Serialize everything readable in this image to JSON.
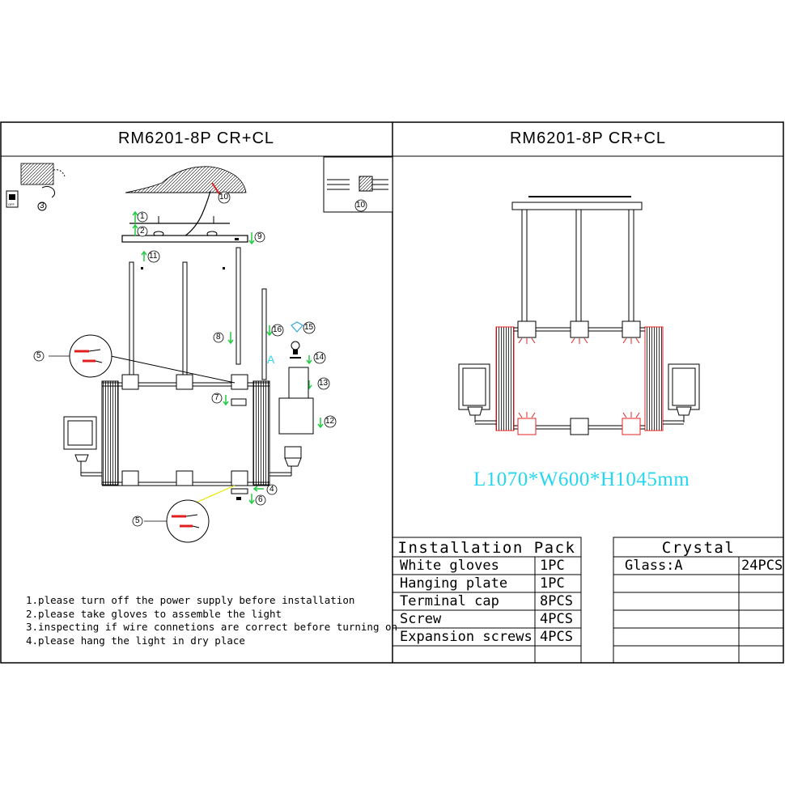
{
  "left_panel": {
    "title": "RM6201-8P CR+CL",
    "callouts": {
      "c1": "1",
      "c2": "2",
      "c3": "3",
      "c4": "4",
      "c5a": "5",
      "c5b": "5",
      "c6": "6",
      "c7": "7",
      "c8": "8",
      "c9": "9",
      "c10": "10",
      "c11": "11",
      "c12": "12",
      "c13": "13",
      "c14": "14",
      "c15": "15",
      "c16": "16"
    },
    "box_a_label": "A",
    "off_label": "OFF",
    "instructions": [
      "1.please turn off the power supply before installation",
      "2.please take gloves to assemble the light",
      "3.inspecting if wire connetions are correct before turning on",
      "4.please hang the light in dry place"
    ]
  },
  "right_panel": {
    "title": "RM6201-8P CR+CL",
    "dimensions": "L1070*W600*H1045mm"
  },
  "installation_pack": {
    "header": "Installation Pack",
    "rows": [
      {
        "item": "White gloves",
        "qty": "1PC"
      },
      {
        "item": "Hanging plate",
        "qty": "1PC"
      },
      {
        "item": "Terminal cap",
        "qty": "8PCS"
      },
      {
        "item": "Screw",
        "qty": "4PCS"
      },
      {
        "item": "Expansion screws",
        "qty": "4PCS"
      }
    ]
  },
  "crystal": {
    "header": "Crystal",
    "rows": [
      {
        "item": "Glass:A",
        "qty": "24PCS"
      }
    ]
  },
  "colors": {
    "line": "#000000",
    "accent_green": "#22cc44",
    "dimension_cyan": "#26d6f0",
    "highlight_red": "#e02020",
    "leader_yellow": "#e8e800"
  }
}
